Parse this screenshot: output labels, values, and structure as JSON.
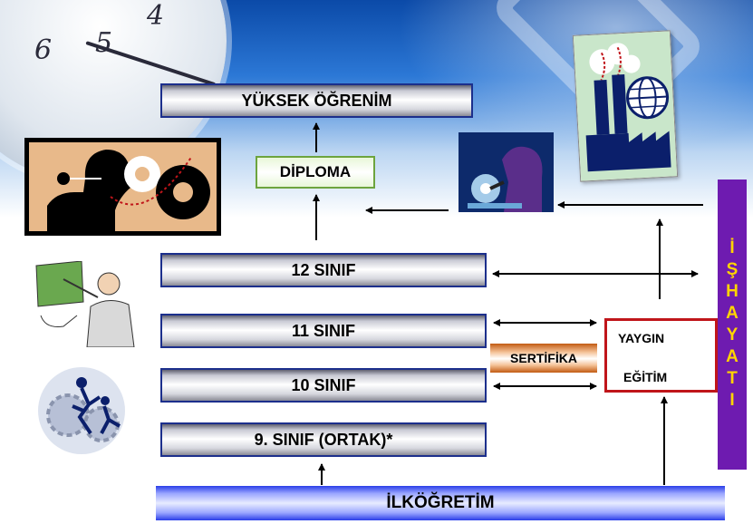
{
  "boxes": {
    "yuksek_ogrenim": "YÜKSEK ÖĞRENİM",
    "diploma": "DİPLOMA",
    "sinif12": "12  SINIF",
    "sinif11": "11  SINIF",
    "sinif10": "10  SINIF",
    "sinif9": "9. SINIF (ORTAK)*",
    "ilkogretim": "İLKÖĞRETİM",
    "sertifika": "SERTİFİKA",
    "yaygin_line1": "YAYGIN",
    "yaygin_line2": "EĞİTİM"
  },
  "is_hayati_letters": [
    "İ",
    "Ş",
    "",
    "H",
    "A",
    "Y",
    "A",
    "T",
    "I"
  ],
  "clock_numbers": [
    "6",
    "5",
    "4"
  ],
  "icons": {
    "gear_head": "gear-head-icon",
    "welder": "welder-icon",
    "factory_globe": "factory-globe-icon",
    "teacher": "teacher-icon",
    "gear_people": "gear-people-icon"
  },
  "colors": {
    "box_border": "#1c2f8c",
    "diploma_border": "#6da43e",
    "yaygin_border": "#c0151a",
    "is_hayati_bg": "#6e1bb0",
    "is_hayati_text": "#ffd400",
    "ilkogretim_blue": "#2a3ee8",
    "sertifika_orange": "#c25b12"
  }
}
